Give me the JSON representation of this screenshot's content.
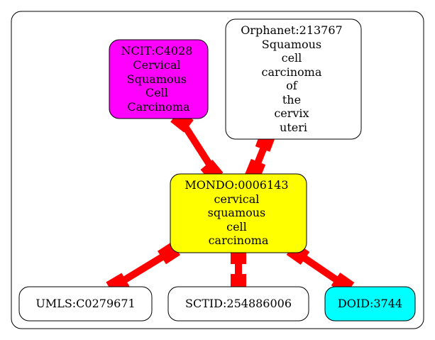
{
  "colors": {
    "edge": "#ff0000",
    "frame": "#000000",
    "ncit_fill": "#ff00ff",
    "mondo_fill": "#ffff00",
    "doid_fill": "#00ffff",
    "plain_fill": "#ffffff"
  },
  "nodes": {
    "ncit": {
      "lines": [
        "NCIT:C4028",
        "Cervical",
        "Squamous",
        "Cell",
        "Carcinoma"
      ]
    },
    "orphanet": {
      "lines": [
        "Orphanet:213767",
        "Squamous",
        "cell",
        "carcinoma",
        "of",
        "the",
        "cervix",
        "uteri"
      ]
    },
    "mondo": {
      "lines": [
        "MONDO:0006143",
        "cervical",
        "squamous",
        "cell",
        "carcinoma"
      ]
    },
    "umls": {
      "lines": [
        "UMLS:C0279671"
      ]
    },
    "sctid": {
      "lines": [
        "SCTID:254886006"
      ]
    },
    "doid": {
      "lines": [
        "DOID:3744"
      ]
    }
  }
}
